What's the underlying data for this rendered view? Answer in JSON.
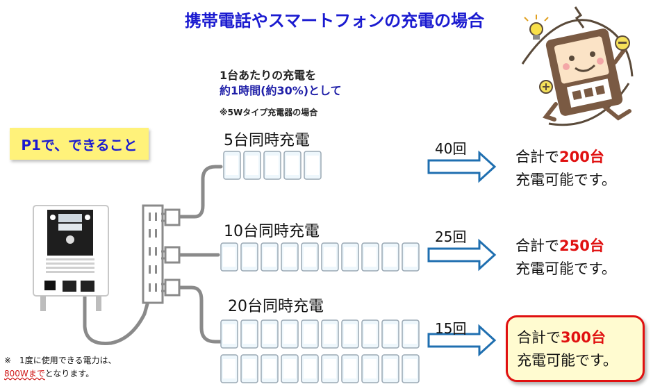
{
  "title": "携帯電話やスマートフォンの充電の場合",
  "note": {
    "line1": "1台あたりの充電を",
    "line2": "約1時間(約30%)として",
    "line3": "※5Wタイプ充電器の場合"
  },
  "badge": "P1で、できること",
  "groups": [
    {
      "label": "5台同時充電",
      "count": "40回",
      "result_prefix": "合計で",
      "result_value": "200台",
      "result_suffix": "充電可能です。",
      "phones": 5
    },
    {
      "label": "10台同時充電",
      "count": "25回",
      "result_prefix": "合計で",
      "result_value": "250台",
      "result_suffix": "充電可能です。",
      "phones": 10
    },
    {
      "label": "20台同時充電",
      "count": "15回",
      "result_prefix": "合計で",
      "result_value": "300台",
      "result_suffix": "充電可能です。",
      "phones": 20
    }
  ],
  "footnote": {
    "line1": "※　1度に使用できる電力は、",
    "highlight": "800Wまで",
    "rest": "となります。"
  },
  "colors": {
    "title": "#1a1ad0",
    "badge_bg": "#fff27a",
    "highlight_red": "#e01010",
    "arrow": "#1f6fb0",
    "phone_fill": "#eef7fc",
    "phone_stroke": "#9aa8b4"
  },
  "icons": {
    "mascot": "battery-mascot-icon",
    "lightbulb": "lightbulb-icon",
    "power_unit": "power-station-icon",
    "power_strip": "power-strip-icon",
    "phone": "smartphone-icon",
    "arrow": "arrow-right-icon"
  }
}
